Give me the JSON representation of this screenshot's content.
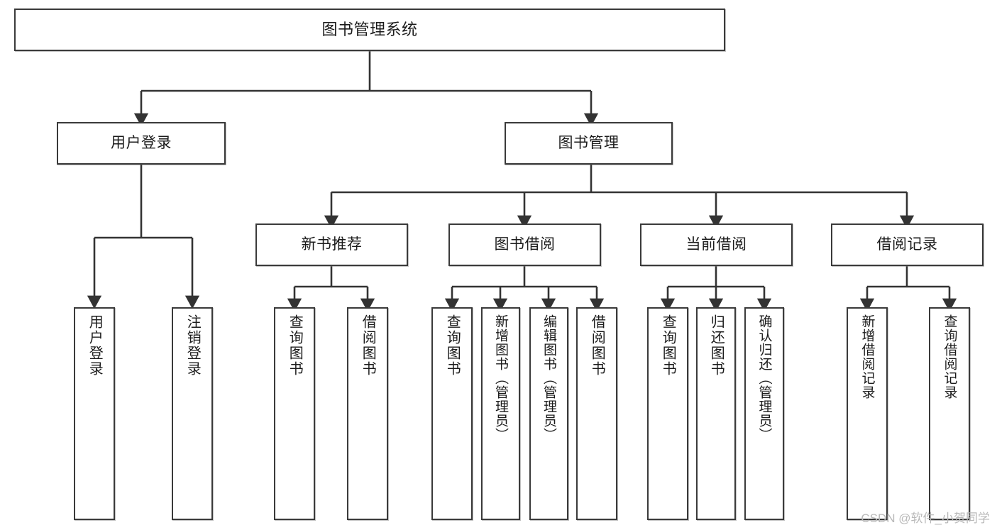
{
  "diagram": {
    "title": "图书管理系统",
    "type": "tree",
    "watermark": "CSDN @软件_小贺同学",
    "colors": {
      "box_border": "#3a3a3a",
      "box_fill": "#ffffff",
      "edge": "#333333",
      "text": "#1b1b1b",
      "watermark": "#b9b9b9",
      "background": "#ffffff"
    },
    "levels": {
      "root": [
        "图书管理系统"
      ],
      "level1": [
        "用户登录",
        "图书管理"
      ],
      "level2": [
        "新书推荐",
        "图书借阅",
        "当前借阅",
        "借阅记录"
      ],
      "leaves": [
        "用户登录",
        "注销登录",
        "查询图书",
        "借阅图书",
        "查询图书",
        "新增图书（管理员）",
        "编辑图书（管理员）",
        "借阅图书",
        "查询图书",
        "归还图书",
        "确认归还（管理员）",
        "新增借阅记录",
        "查询借阅记录"
      ]
    },
    "nodes": {
      "root": {
        "label": "图书管理系统"
      },
      "user_login": {
        "label": "用户登录"
      },
      "book_mgmt": {
        "label": "图书管理"
      },
      "new_book_rec": {
        "label": "新书推荐"
      },
      "book_borrow": {
        "label": "图书借阅"
      },
      "current_borrow": {
        "label": "当前借阅"
      },
      "borrow_record": {
        "label": "借阅记录"
      },
      "leaf_user_login": {
        "label": "用户登录"
      },
      "leaf_user_logout": {
        "label": "注销登录"
      },
      "leaf_rec_query": {
        "label": "查询图书"
      },
      "leaf_rec_borrow": {
        "label": "借阅图书"
      },
      "leaf_borrow_query": {
        "label": "查询图书"
      },
      "leaf_borrow_add": {
        "label": "新增图书（管理员）"
      },
      "leaf_borrow_edit": {
        "label": "编辑图书（管理员）"
      },
      "leaf_borrow_do": {
        "label": "借阅图书"
      },
      "leaf_cur_query": {
        "label": "查询图书"
      },
      "leaf_cur_return": {
        "label": "归还图书"
      },
      "leaf_cur_confirm": {
        "label": "确认归还（管理员）"
      },
      "leaf_rec_add": {
        "label": "新增借阅记录"
      },
      "leaf_rec_query2": {
        "label": "查询借阅记录"
      }
    },
    "edges": [
      {
        "from": "root",
        "to": "user_login"
      },
      {
        "from": "root",
        "to": "book_mgmt"
      },
      {
        "from": "user_login",
        "to": "leaf_user_login"
      },
      {
        "from": "user_login",
        "to": "leaf_user_logout"
      },
      {
        "from": "book_mgmt",
        "to": "new_book_rec"
      },
      {
        "from": "book_mgmt",
        "to": "book_borrow"
      },
      {
        "from": "book_mgmt",
        "to": "current_borrow"
      },
      {
        "from": "book_mgmt",
        "to": "borrow_record"
      },
      {
        "from": "new_book_rec",
        "to": "leaf_rec_query"
      },
      {
        "from": "new_book_rec",
        "to": "leaf_rec_borrow"
      },
      {
        "from": "book_borrow",
        "to": "leaf_borrow_query"
      },
      {
        "from": "book_borrow",
        "to": "leaf_borrow_add"
      },
      {
        "from": "book_borrow",
        "to": "leaf_borrow_edit"
      },
      {
        "from": "book_borrow",
        "to": "leaf_borrow_do"
      },
      {
        "from": "current_borrow",
        "to": "leaf_cur_query"
      },
      {
        "from": "current_borrow",
        "to": "leaf_cur_return"
      },
      {
        "from": "current_borrow",
        "to": "leaf_cur_confirm"
      },
      {
        "from": "borrow_record",
        "to": "leaf_rec_add"
      },
      {
        "from": "borrow_record",
        "to": "leaf_rec_query2"
      }
    ]
  }
}
